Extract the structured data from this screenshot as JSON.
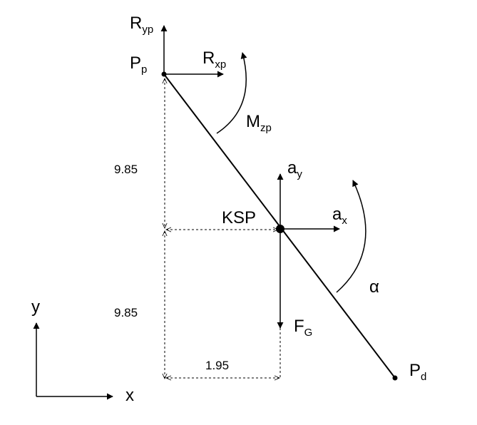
{
  "labels": {
    "Ryp_main": "R",
    "Ryp_sub": "yp",
    "Pp_main": "P",
    "Pp_sub": "p",
    "Rxp_main": "R",
    "Rxp_sub": "xp",
    "Mzp_main": "M",
    "Mzp_sub": "zp",
    "ay_main": "a",
    "ay_sub": "y",
    "ax_main": "a",
    "ax_sub": "x",
    "KSP": "KSP",
    "alpha": "α",
    "FG_main": "F",
    "FG_sub": "G",
    "Pd_main": "P",
    "Pd_sub": "d",
    "axis_y": "y",
    "axis_x": "x"
  },
  "dimensions": {
    "upper_vertical": "9.85",
    "lower_vertical": "9.85",
    "horizontal": "1.95"
  },
  "colors": {
    "ink": "#000000",
    "background": "#ffffff"
  }
}
